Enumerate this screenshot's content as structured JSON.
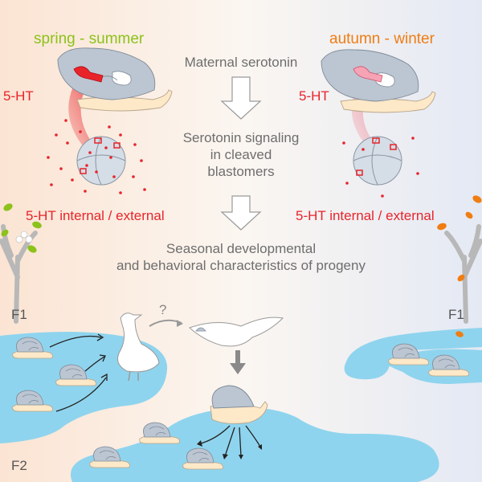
{
  "seasons": {
    "left": {
      "label": "spring - summer",
      "color": "#8cc21a"
    },
    "right": {
      "label": "autumn - winter",
      "color": "#f07d12"
    }
  },
  "center": {
    "step1": "Maternal serotonin",
    "step2": [
      "Serotonin signaling",
      "in cleaved",
      "blastomers"
    ],
    "step3": [
      "Seasonal developmental",
      "and behavioral characteristics of progeny"
    ]
  },
  "labels": {
    "ht_left": "5-HT",
    "ht_right": "5-HT",
    "internal_left": "5-HT internal / external",
    "internal_right": "5-HT internal / external",
    "f1_left": "F1",
    "f1_right": "F1",
    "f2": "F2",
    "question": "?"
  },
  "colors": {
    "serotonin_red": "#e8242a",
    "serotonin_pale": "#f08fa0",
    "water": "#8fd4ee",
    "snail_shell": "#bcc6d2",
    "snail_foot": "#fde8c8",
    "leaf_green": "#8cc21a",
    "leaf_orange": "#f07d12"
  },
  "icons": [
    "snail-icon",
    "bird-icon",
    "tree-icon",
    "embryo-icon",
    "arrow-icon",
    "leaf-icon"
  ]
}
